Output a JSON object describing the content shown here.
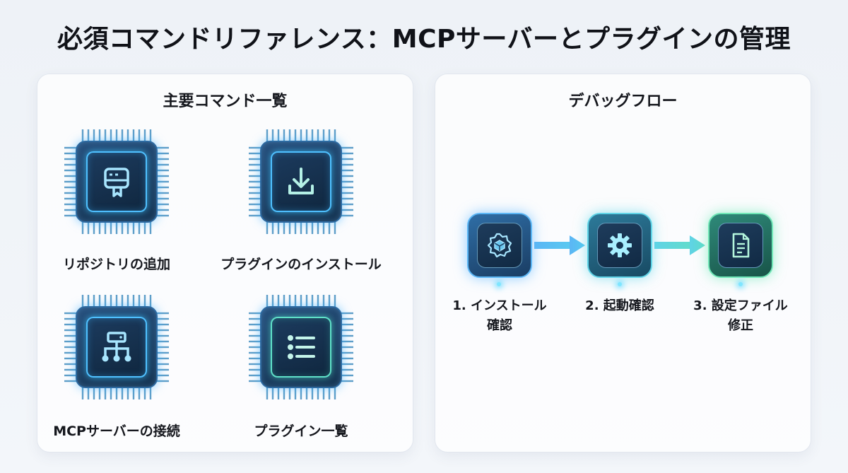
{
  "title": "必須コマンドリファレンス：MCPサーバーとプラグインの管理",
  "left_panel": {
    "title": "主要コマンド一覧",
    "items": [
      {
        "label": "リポジトリの追加",
        "icon": "repository-icon"
      },
      {
        "label": "プラグインのインストール",
        "icon": "download-icon"
      },
      {
        "label": "MCPサーバーの接続",
        "icon": "server-network-icon"
      },
      {
        "label": "プラグイン一覧",
        "icon": "list-icon"
      }
    ]
  },
  "right_panel": {
    "title": "デバッグフロー",
    "steps": [
      {
        "label_line1": "1. インストール",
        "label_line2": "確認",
        "icon": "cube-check-icon"
      },
      {
        "label_line1": "2. 起動確認",
        "label_line2": "",
        "icon": "gear-icon"
      },
      {
        "label_line1": "3. 設定ファイル",
        "label_line2": "修正",
        "icon": "document-icon"
      }
    ]
  },
  "colors": {
    "chip_blue": "#4fc0ff",
    "chip_teal": "#5fe0c8",
    "flow_start": "#5bb6f5",
    "flow_end": "#6fe6b6"
  }
}
